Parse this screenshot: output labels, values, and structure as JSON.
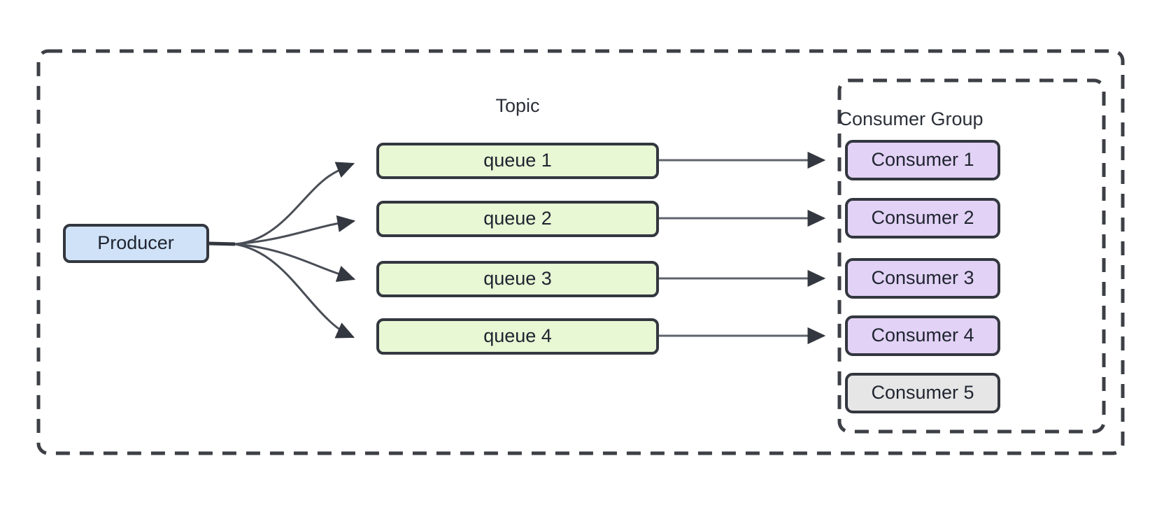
{
  "diagram": {
    "title_labels": {
      "topic": "Topic",
      "consumer_group": "Consumer Group"
    },
    "producer": {
      "label": "Producer",
      "fill": "#cfe2f7",
      "stroke": "#33373f"
    },
    "queues": [
      {
        "label": "queue 1",
        "fill": "#e8f7d4"
      },
      {
        "label": "queue 2",
        "fill": "#e8f7d4"
      },
      {
        "label": "queue 3",
        "fill": "#e8f7d4"
      },
      {
        "label": "queue 4",
        "fill": "#e8f7d4"
      }
    ],
    "consumers": [
      {
        "label": "Consumer 1",
        "fill": "#e2d2f5",
        "state": "active"
      },
      {
        "label": "Consumer 2",
        "fill": "#e2d2f5",
        "state": "active"
      },
      {
        "label": "Consumer 3",
        "fill": "#e2d2f5",
        "state": "active"
      },
      {
        "label": "Consumer 4",
        "fill": "#e2d2f5",
        "state": "active"
      },
      {
        "label": "Consumer 5",
        "fill": "#e6e6e6",
        "state": "idle"
      }
    ],
    "colors": {
      "producer_fill": "#cfe2f7",
      "queue_fill": "#e8f7d4",
      "consumer_fill": "#e2d2f5",
      "consumer_idle_fill": "#e6e6e6",
      "node_stroke": "#33373f",
      "boundary_stroke": "#3c3f45",
      "edge_stroke": "#60646c",
      "text": "#1f2430",
      "background": "#ffffff"
    },
    "edges": {
      "producer_to_queues": 4,
      "queues_to_consumers": 4,
      "unassigned_consumers": 1
    }
  }
}
